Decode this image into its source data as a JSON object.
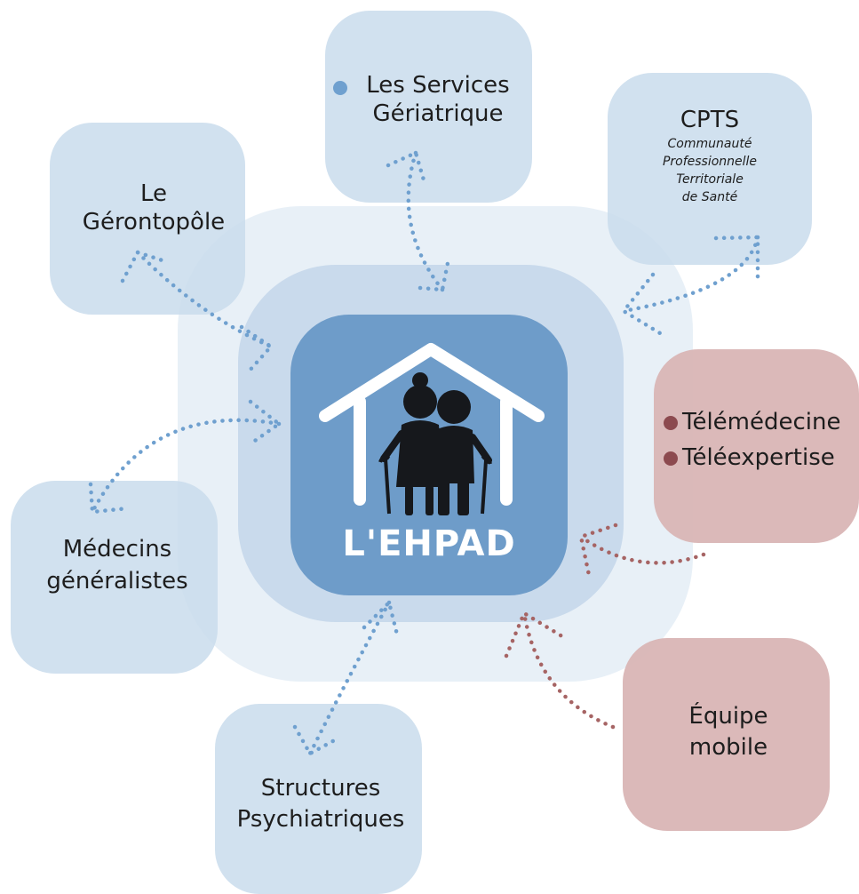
{
  "center": {
    "label": "L'EHPAD"
  },
  "nodes": {
    "gerontopole": {
      "lines": [
        "Le",
        "Gérontopôle"
      ]
    },
    "services": {
      "lines": [
        "Les Services",
        "Gériatrique"
      ]
    },
    "cpts": {
      "title": "CPTS",
      "subtitle": [
        "Communauté",
        "Professionnelle",
        "Territoriale",
        "de Santé"
      ]
    },
    "tele": {
      "items": [
        "Télémédecine",
        "Téléexpertise"
      ]
    },
    "medecins": {
      "lines": [
        "Médecins",
        "généralistes"
      ]
    },
    "equipe": {
      "lines": [
        "Équipe",
        "mobile"
      ]
    },
    "structures": {
      "lines": [
        "Structures",
        "Psychiatriques"
      ]
    }
  },
  "colors": {
    "blue_box": "#c9dcec",
    "red_box": "#d9b5b5",
    "blue_dots": "#6fa0cf",
    "red_dots": "#a66464",
    "center_dark": "#6e9cc9",
    "halo_mid": "#c3d6ea",
    "halo_outer": "#e4edf6",
    "figure": "#16181c"
  },
  "icons": [
    "house-icon",
    "elderly-couple-icon"
  ]
}
